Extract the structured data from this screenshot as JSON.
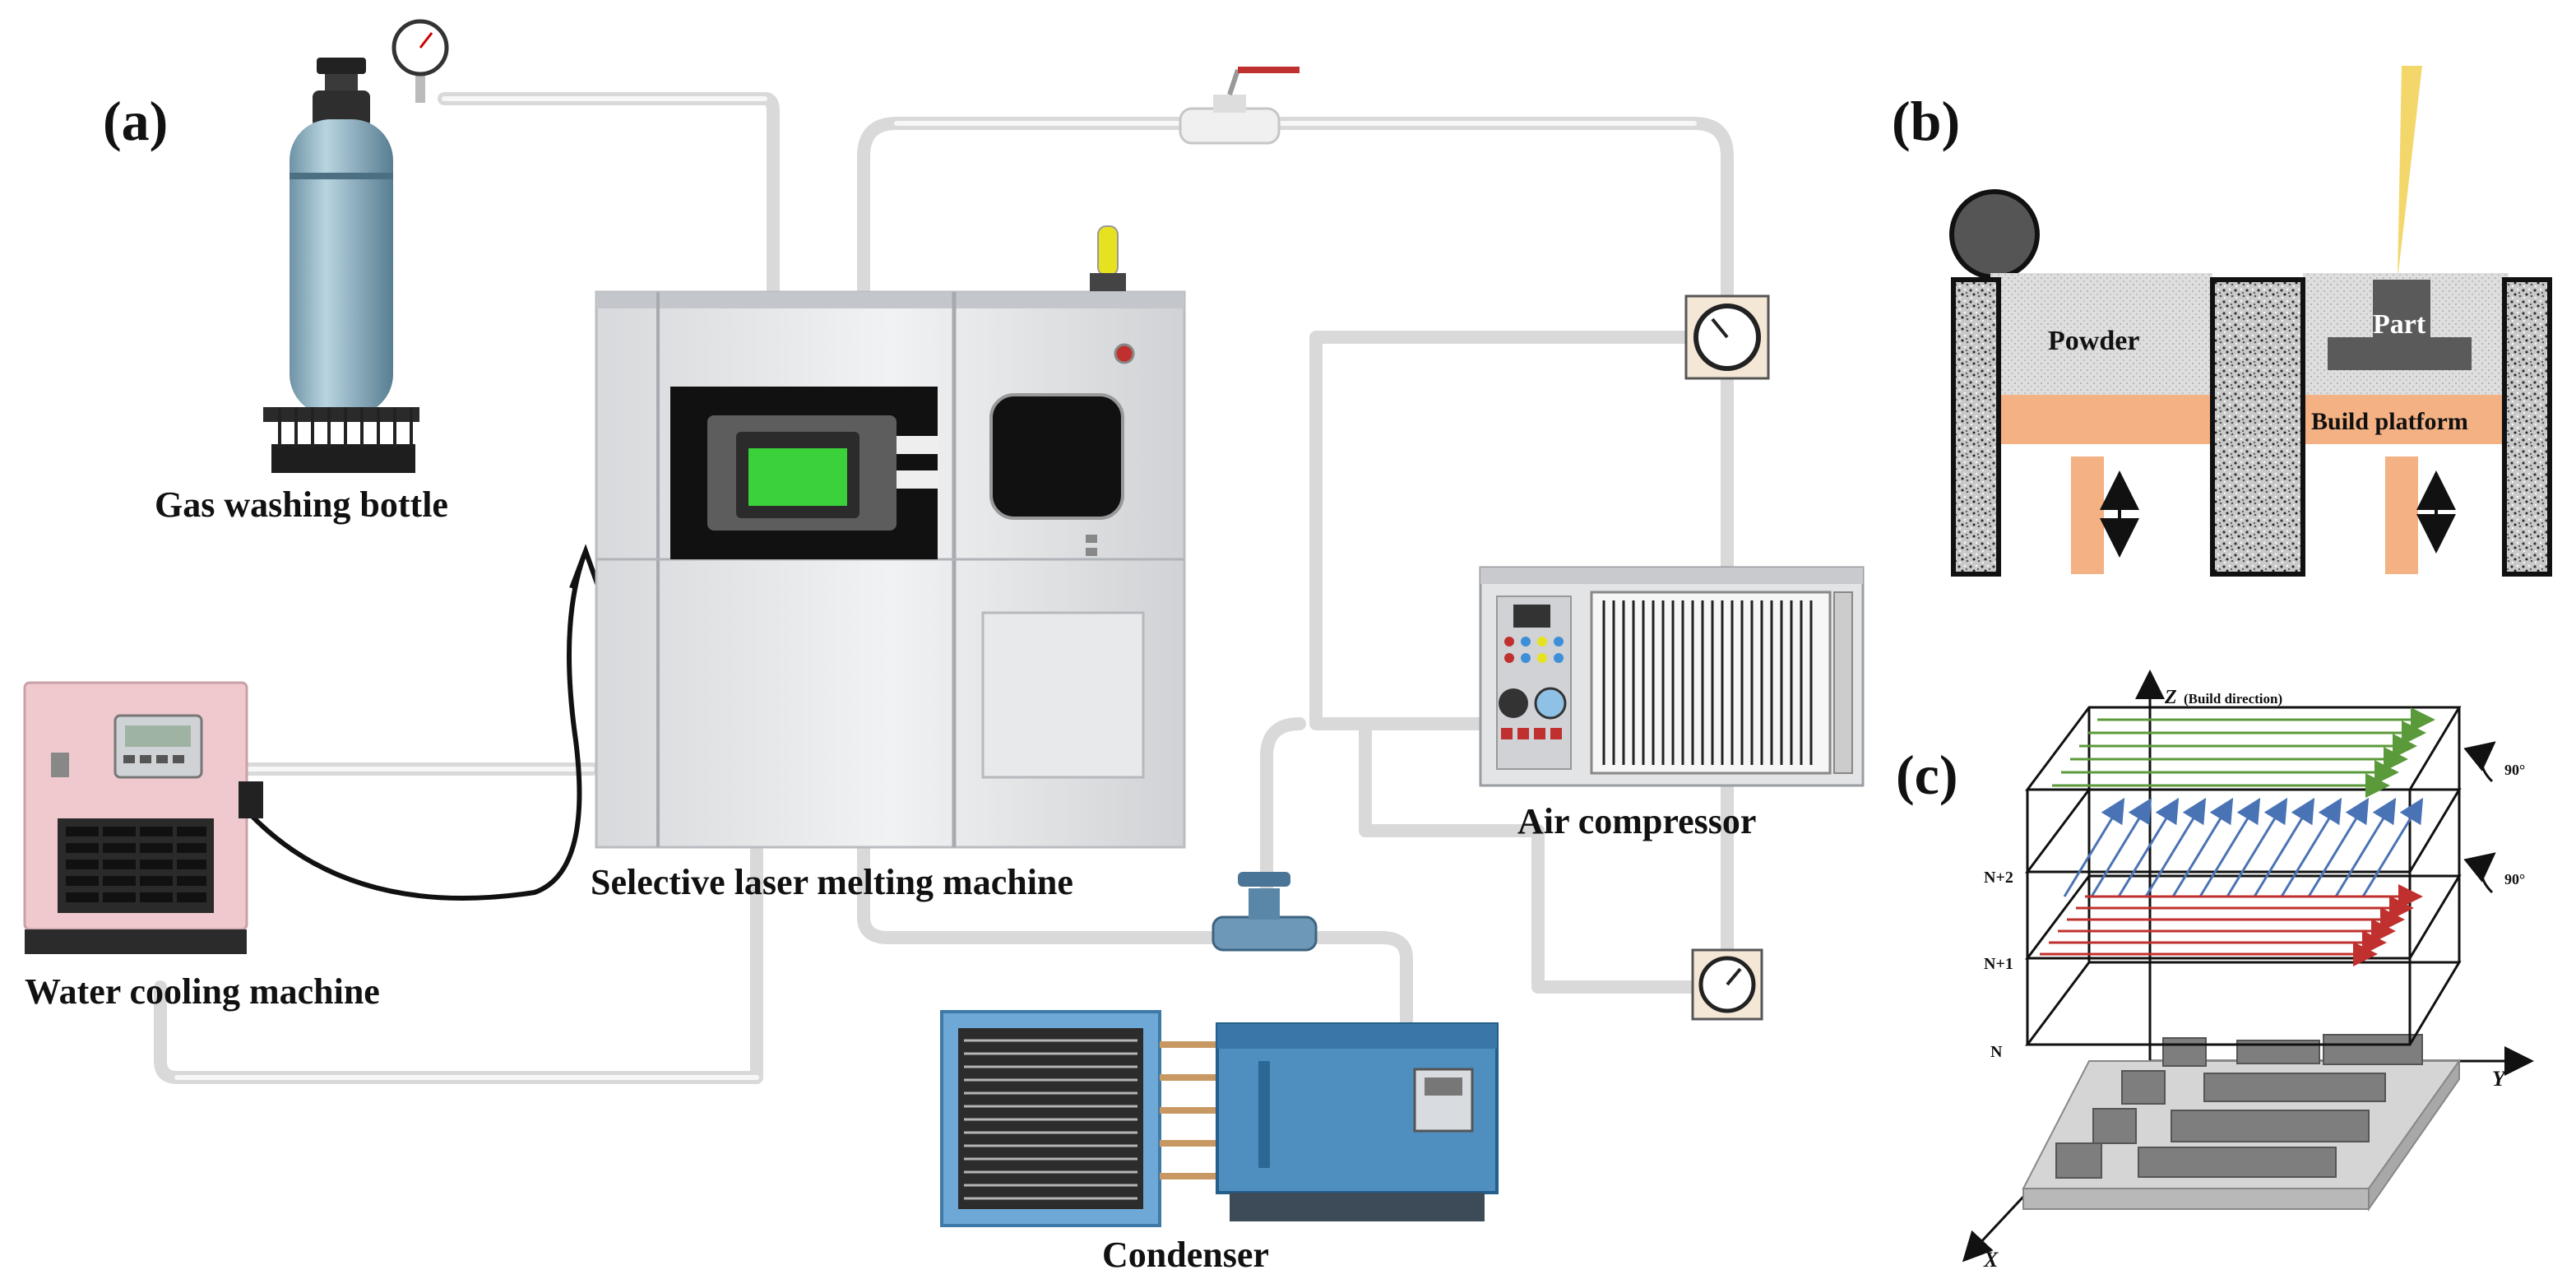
{
  "panels": {
    "a": "(a)",
    "b": "(b)",
    "c": "(c)"
  },
  "labels": {
    "gas_bottle": "Gas washing bottle",
    "water_cooler": "Water cooling machine",
    "slm": "Selective laser melting machine",
    "compressor": "Air compressor",
    "condenser": "Condenser"
  },
  "panel_b": {
    "powder": "Powder",
    "part": "Part",
    "platform": "Build platform"
  },
  "panel_c": {
    "z_axis": "Z",
    "z_note": "(Build direction)",
    "y_axis": "Y",
    "x_axis": "X",
    "layers": [
      "N",
      "N+1",
      "N+2"
    ],
    "rotations": [
      "90°",
      "90°"
    ]
  },
  "colors": {
    "pipe": "#e6e6e6",
    "platform": "#f4b183",
    "green_screen": "#3ad13a",
    "scan_green": "#5b9a3a",
    "scan_blue": "#4a73b5",
    "scan_red": "#c0302e",
    "cooler_pink": "#f0c9cf",
    "condenser_blue": "#4f8fc0"
  }
}
